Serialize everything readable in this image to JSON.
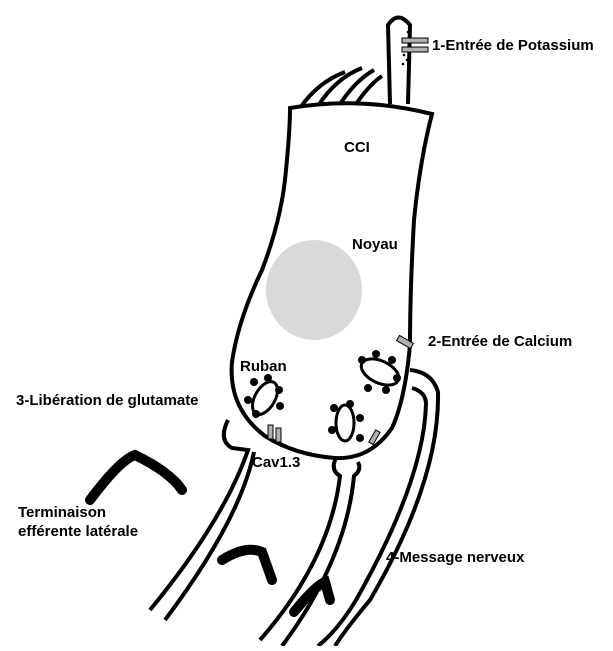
{
  "labels": {
    "potassium": "1-Entrée de Potassium",
    "cell": "CCI",
    "nucleus": "Noyau",
    "calcium": "2-Entrée de Calcium",
    "ribbon": "Ruban",
    "glutamate": "3-Libération de glutamate",
    "channel": "Cav1.3",
    "efferent_line1": "Terminaison",
    "efferent_line2": "efférente latérale",
    "message": "4-Message nerveux"
  },
  "colors": {
    "stroke": "#000000",
    "nucleus": "#d9d9d9",
    "channel": "#b0b0b0",
    "background": "#ffffff"
  }
}
